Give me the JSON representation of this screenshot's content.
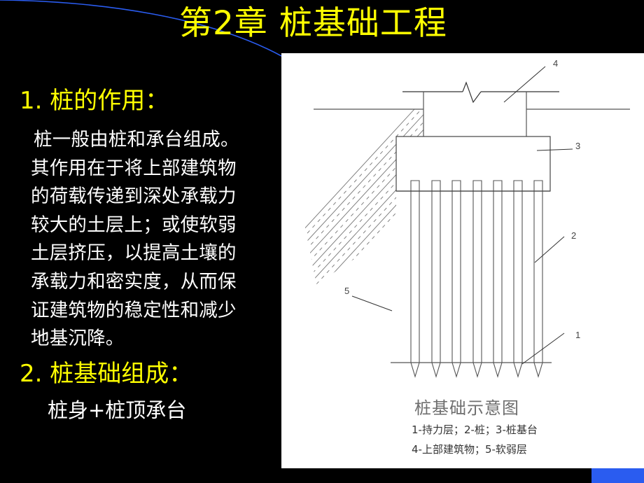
{
  "slide": {
    "title": "第2章  桩基础工程",
    "background_color": "#000000",
    "title_color": "#ffff00",
    "text_color": "#ffffff",
    "accent_color": "#2a5cf0"
  },
  "section1": {
    "heading": "1. 桩的作用：",
    "lines": [
      "桩一般由桩和承台组成。",
      "其作用在于将上部建筑物",
      "的荷载传递到深处承载力",
      "较大的土层上；或使软弱",
      "土层挤压，以提高土壤的",
      "承载力和密实度，从而保",
      "证建筑物的稳定性和减少",
      "地基沉降。"
    ]
  },
  "section2": {
    "heading": "2. 桩基础组成：",
    "content": "桩身+桩顶承台"
  },
  "figure": {
    "caption": "桩基础示意图",
    "legend_line1": "1-持力层；2-桩；3-桩基台",
    "legend_line2": "4-上部建筑物；5-软弱层",
    "labels": {
      "l1": "1",
      "l2": "2",
      "l3": "3",
      "l4": "4",
      "l5": "5"
    },
    "pile_count": 7
  }
}
